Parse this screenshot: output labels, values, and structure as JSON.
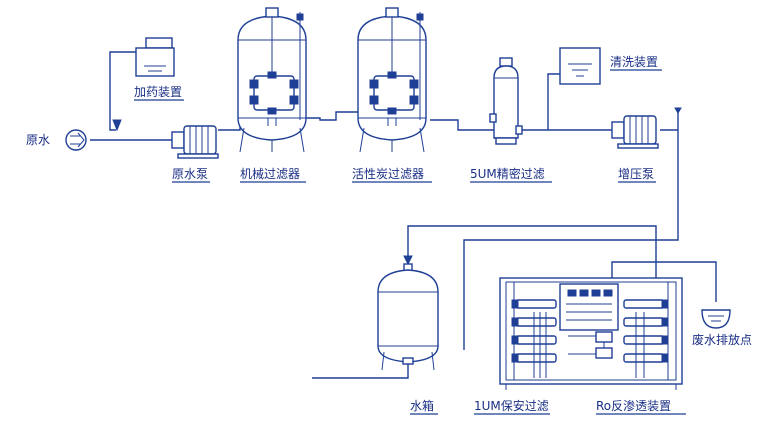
{
  "labels": {
    "raw_water": "原水",
    "dosing_device": "加药装置",
    "raw_water_pump": "原水泵",
    "mechanical_filter": "机械过滤器",
    "activated_carbon_filter": "活性炭过滤器",
    "precision_filter_5um": "5UM精密过滤",
    "cleaning_device": "清洗装置",
    "booster_pump": "增压泵",
    "water_tank": "水箱",
    "security_filter_1um": "1UM保安过滤",
    "ro_device": "Ro反渗透装置",
    "waste_water_discharge": "废水排放点"
  },
  "colors": {
    "line": "#1f3f96",
    "text": "#1a2f86",
    "background": "#ffffff"
  }
}
